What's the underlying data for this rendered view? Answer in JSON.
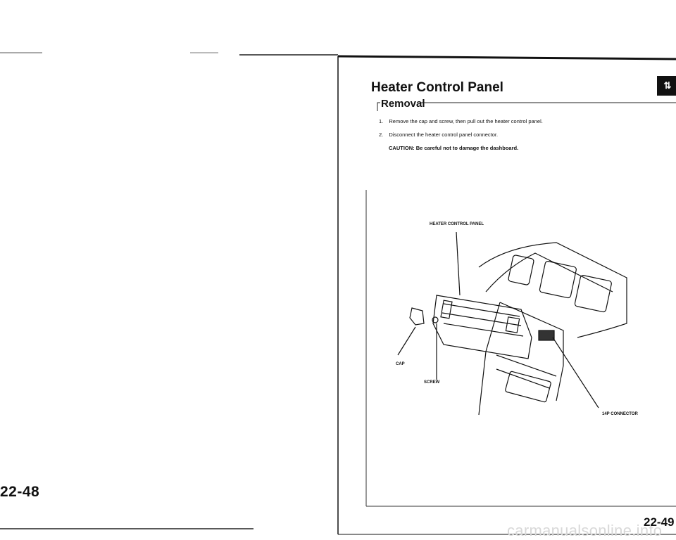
{
  "left_page": {
    "page_number": "22-48"
  },
  "right_page": {
    "title": "Heater Control Panel",
    "section": "Removal",
    "steps": [
      {
        "num": "1.",
        "text": "Remove the cap and screw, then pull out the heater control panel."
      },
      {
        "num": "2.",
        "text": "Disconnect the heater control panel connector."
      }
    ],
    "caution": "CAUTION: Be careful not to damage the dashboard.",
    "figure": {
      "callouts": {
        "panel": "HEATER CONTROL PANEL",
        "cap": "CAP",
        "screw": "SCREW",
        "connector": "14P CONNECTOR"
      }
    },
    "page_number": "22-49",
    "watermark": "carmanualsonline.info"
  }
}
